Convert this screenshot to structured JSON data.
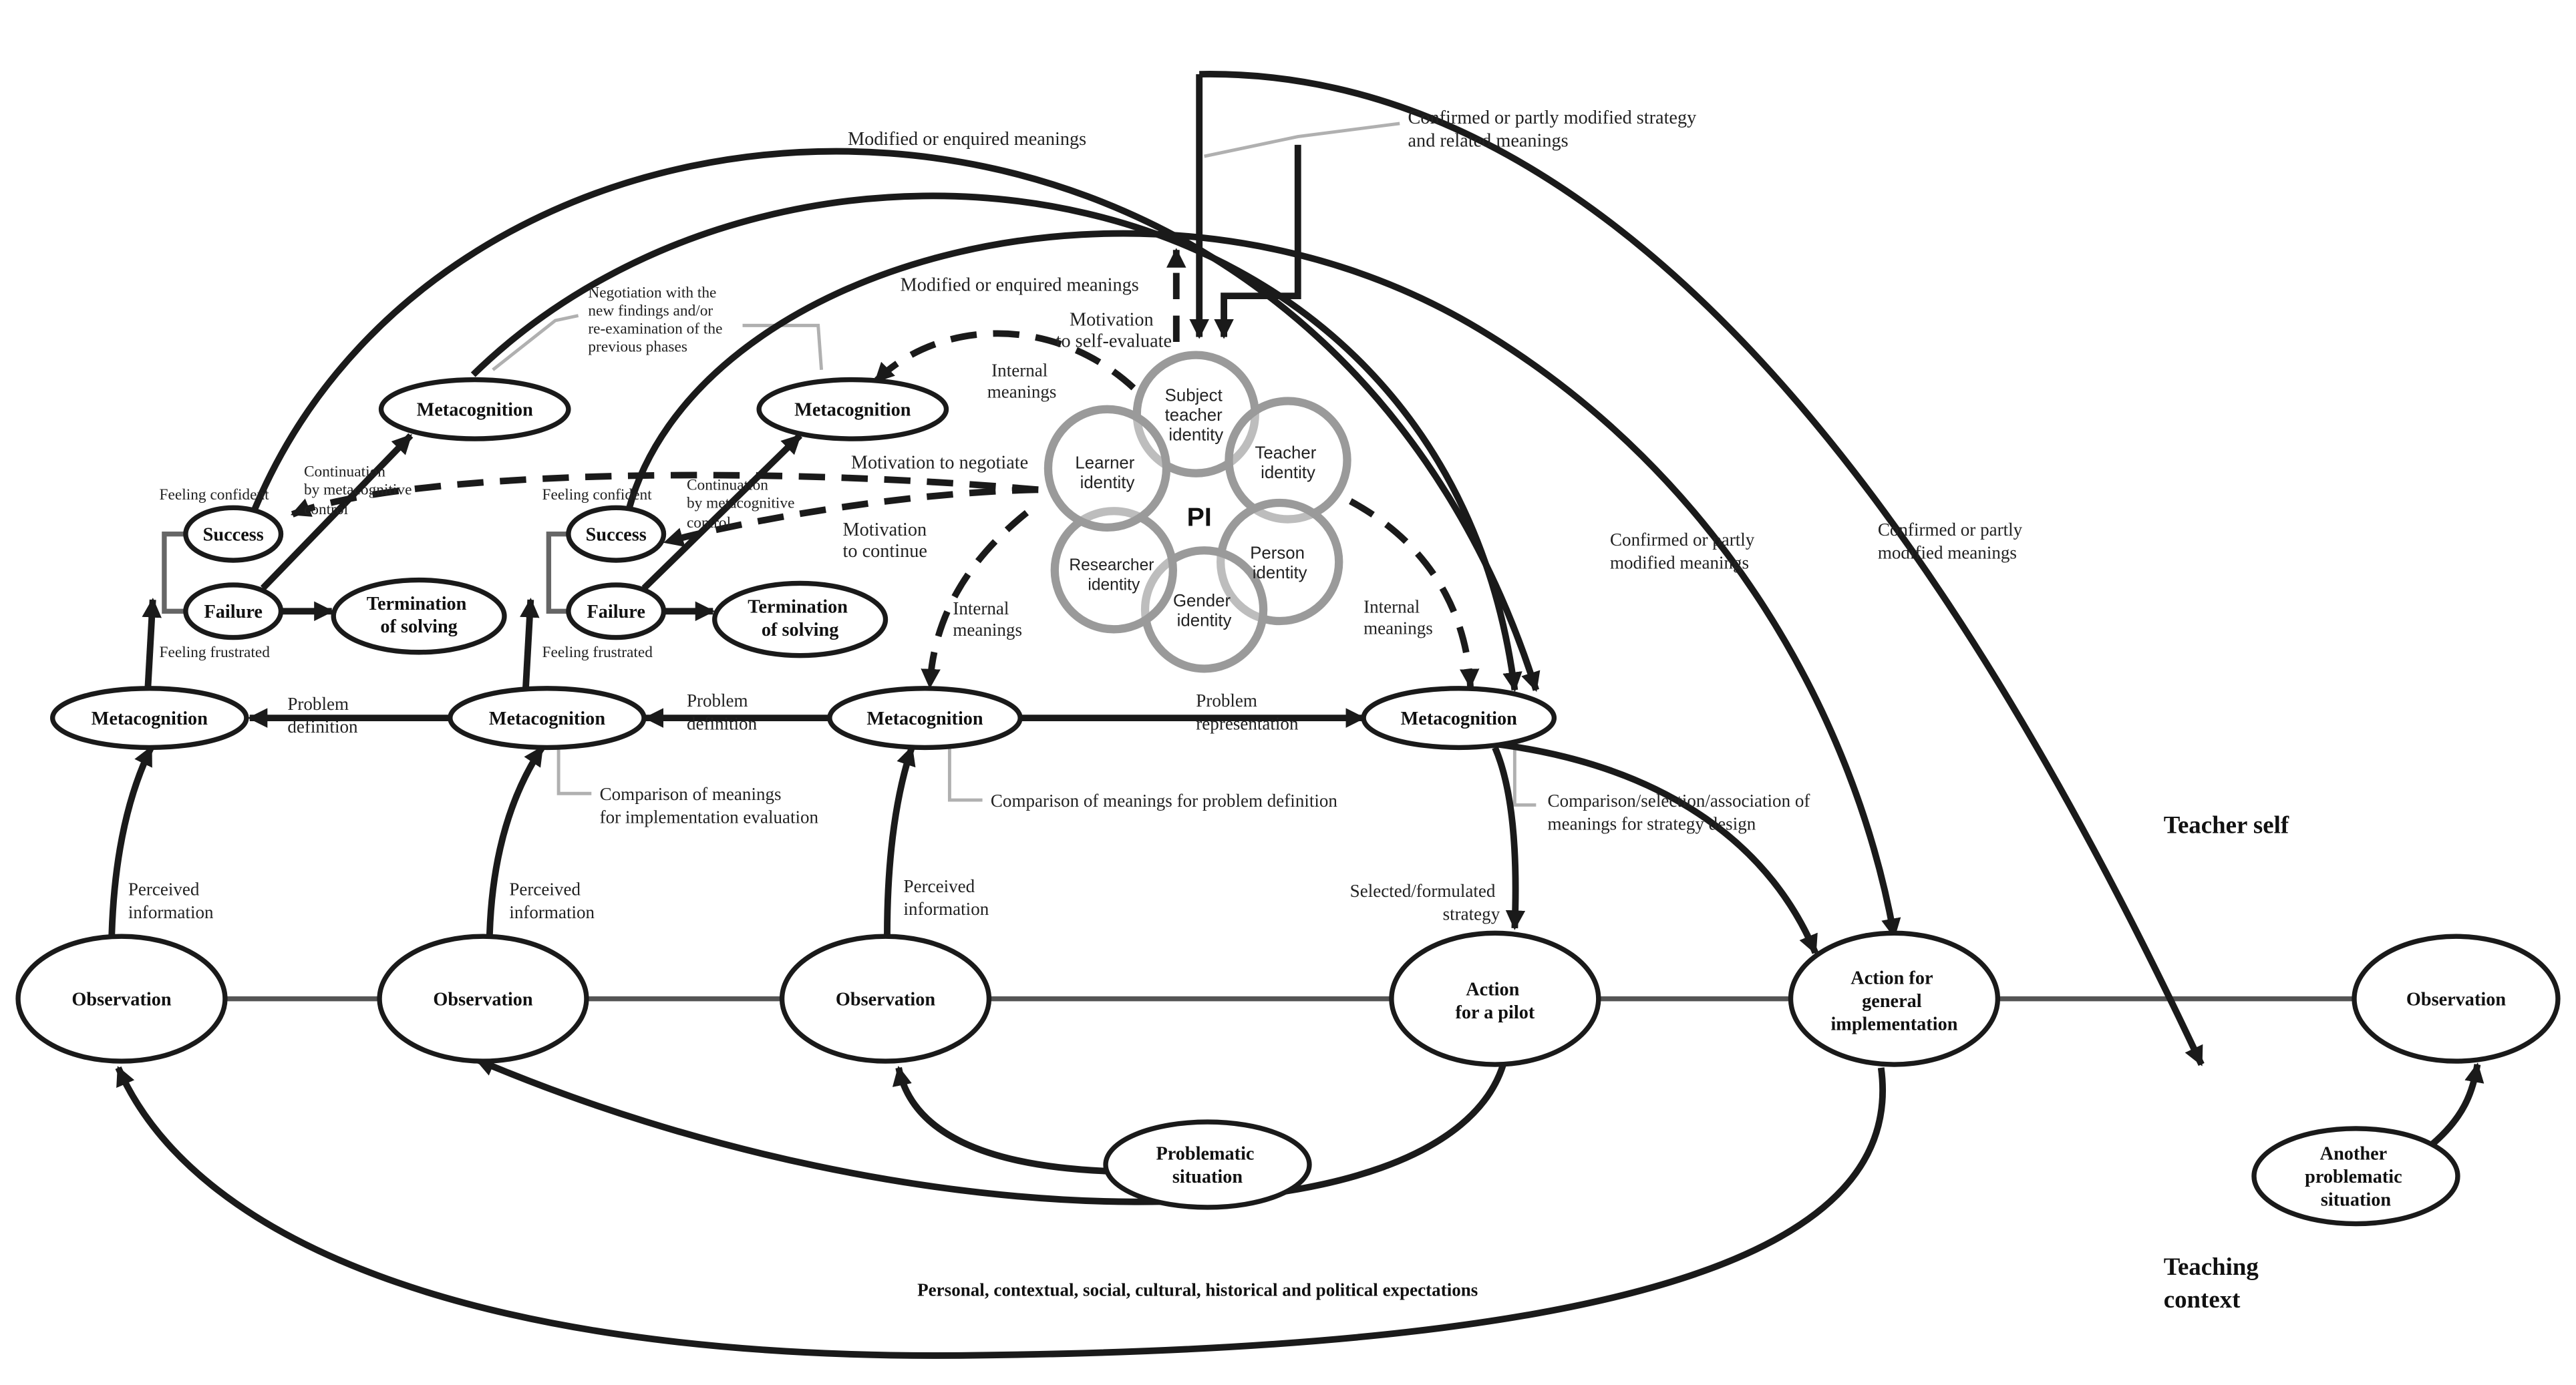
{
  "nodes": {
    "metacog_top_1": "Metacognition",
    "metacog_top_2": "Metacognition",
    "metacog_row_1": "Metacognition",
    "metacog_row_2": "Metacognition",
    "metacog_row_3": "Metacognition",
    "metacog_row_4": "Metacognition",
    "success_1": "Success",
    "failure_1": "Failure",
    "success_2": "Success",
    "failure_2": "Failure",
    "termination_1": [
      "Termination",
      "of solving"
    ],
    "termination_2": [
      "Termination",
      "of solving"
    ],
    "observation_1": "Observation",
    "observation_2": "Observation",
    "observation_3": "Observation",
    "observation_4": "Observation",
    "action_pilot": [
      "Action",
      "for a pilot"
    ],
    "action_general": [
      "Action for",
      "general",
      "implementation"
    ],
    "problematic_situation": [
      "Problematic",
      "situation"
    ],
    "another_problematic": [
      "Another",
      "problematic",
      "situation"
    ]
  },
  "identities": {
    "center": "PI",
    "subject_teacher": [
      "Subject",
      "teacher",
      "identity"
    ],
    "teacher": [
      "Teacher",
      "identity"
    ],
    "person": [
      "Person",
      "identity"
    ],
    "gender": [
      "Gender",
      "identity"
    ],
    "researcher": [
      "Researcher",
      "identity"
    ],
    "learner": [
      "Learner",
      "identity"
    ]
  },
  "labels": {
    "modified_meanings_outer": "Modified or enquired meanings",
    "modified_meanings_inner": "Modified or enquired meanings",
    "confirmed_strategy": [
      "Confirmed or partly modified strategy",
      "and related meanings"
    ],
    "negotiation": [
      "Negotiation with the",
      "new findings and/or",
      "re-examination of the",
      "previous phases"
    ],
    "motivation_self_evaluate": [
      "Motivation",
      "to self-evaluate"
    ],
    "internal_meanings_top": [
      "Internal",
      "meanings"
    ],
    "motivation_negotiate": "Motivation to negotiate",
    "motivation_continue": [
      "Motivation",
      "to continue"
    ],
    "internal_meanings_left": [
      "Internal",
      "meanings"
    ],
    "internal_meanings_right": [
      "Internal",
      "meanings"
    ],
    "feeling_confident_1": "Feeling confident",
    "feeling_frustrated_1": "Feeling frustrated",
    "feeling_confident_2": "Feeling confident",
    "feeling_frustrated_2": "Feeling frustrated",
    "continuation_1": [
      "Continuation",
      "by metacognitive",
      "control"
    ],
    "continuation_2": [
      "Continuation",
      "by metacognitive",
      "control"
    ],
    "problem_definition_1": [
      "Problem",
      "definition"
    ],
    "problem_definition_2": [
      "Problem",
      "definition"
    ],
    "problem_representation": [
      "Problem",
      "representation"
    ],
    "comparison_implementation": [
      "Comparison of meanings",
      "for implementation evaluation"
    ],
    "comparison_problem_definition": "Comparison of meanings for problem definition",
    "comparison_strategy_design": [
      "Comparison/selection/association of",
      "meanings for strategy design"
    ],
    "confirmed_meanings_1": [
      "Confirmed  or  partly",
      "modified meanings"
    ],
    "confirmed_meanings_2": [
      "Confirmed  or  partly",
      "modified meanings"
    ],
    "perceived_info_1": [
      "Perceived",
      "information"
    ],
    "perceived_info_2": [
      "Perceived",
      "information"
    ],
    "perceived_info_3": [
      "Perceived",
      "information"
    ],
    "selected_strategy": [
      "Selected/formulated",
      "strategy"
    ],
    "expectations": "Personal, contextual, social, cultural, historical and political expectations",
    "teacher_self": "Teacher self",
    "teaching_context": [
      "Teaching",
      "context"
    ]
  }
}
